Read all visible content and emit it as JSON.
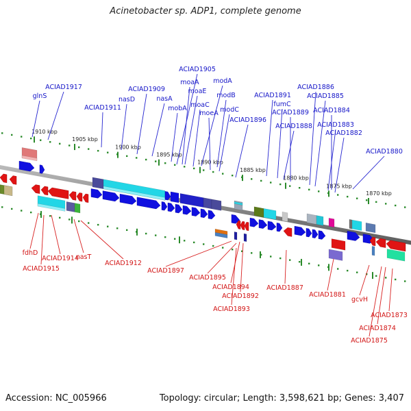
{
  "title": "Acinetobacter sp. ADP1, complete genome",
  "footer": {
    "accession": "Accession: NC_005966",
    "topology": "Topology: circular; Length: 3,598,621 bp; Genes: 3,407"
  },
  "colors": {
    "forward_label": "#1414c8",
    "reverse_label": "#d21414",
    "backbone": "#888888",
    "tick": "#2a8a2a"
  },
  "scale_ticks": [
    "1910 kbp",
    "1905 kbp",
    "1900 kbp",
    "1895 kbp",
    "1890 kbp",
    "1885 kbp",
    "1880 kbp",
    "1875 kbp",
    "1870 kbp"
  ],
  "forward_labels": [
    "ACIAD1905",
    "modA",
    "moaA",
    "moaE",
    "ACIAD1917",
    "ACIAD1909",
    "modB",
    "ACIAD1891",
    "ACIAD1886",
    "glnS",
    "nasD",
    "nasA",
    "moaC",
    "ACIAD1885",
    "fumC",
    "ACIAD1911",
    "mobA",
    "moeA",
    "modC",
    "ACIAD1889",
    "ACIAD1884",
    "ACIAD1896",
    "ACIAD1888",
    "ACIAD1883",
    "ACIAD1882",
    "ACIAD1880"
  ],
  "reverse_labels": [
    "fdhD",
    "ACIAD1914",
    "nasT",
    "ACIAD1912",
    "ACIAD1915",
    "ACIAD1897",
    "ACIAD1895",
    "ACIAD1894",
    "ACIAD1892",
    "ACIAD1893",
    "ACIAD1887",
    "ACIAD1881",
    "gcvH",
    "ACIAD1873",
    "ACIAD1874",
    "ACIAD1875"
  ]
}
